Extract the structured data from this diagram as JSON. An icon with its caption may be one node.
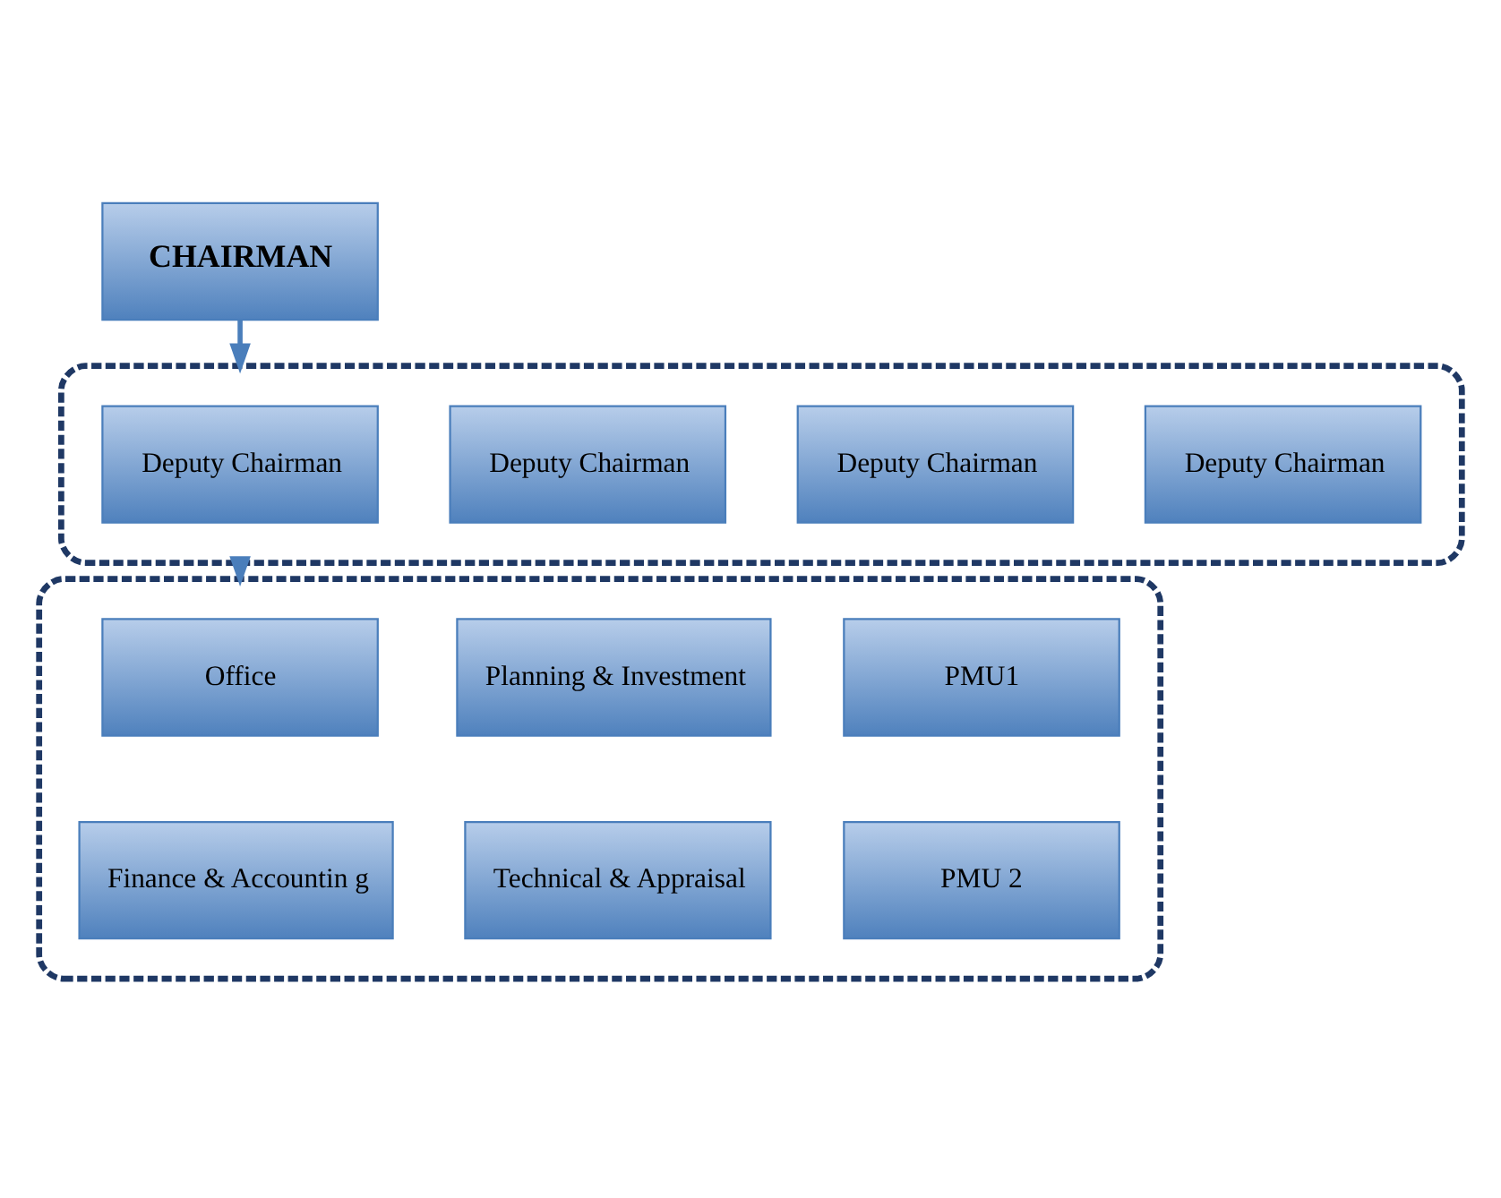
{
  "diagram": {
    "nodes": [
      {
        "text": [
          "CHAIRMAN"
        ]
      },
      {
        "text": [],
        "shape": "box"
      },
      {
        "text": [
          "Deputy Chairman"
        ],
        "in": 1
      },
      {
        "text": [
          "Deputy Chairman"
        ],
        "in": 1
      },
      {
        "text": [
          "Deputy Chairman"
        ],
        "in": 1
      },
      {
        "text": [
          "Deputy Chairman"
        ],
        "in": 1
      },
      {
        "text": [],
        "shape": "box"
      },
      {
        "text": [
          "Office"
        ],
        "in": 6
      },
      {
        "text": [
          "Planning & Investment"
        ],
        "in": 6
      },
      {
        "text": [
          "PMU1"
        ],
        "in": 6
      },
      {
        "text": [
          "Finance & Accountin g"
        ],
        "in": 6
      },
      {
        "text": [
          "Technical & Appraisal"
        ],
        "in": 6
      },
      {
        "text": [
          "PMU 2"
        ],
        "in": 6
      }
    ],
    "edges": [
      {
        "from": 0,
        "to": 1,
        "arrow": "to"
      },
      {
        "from": 1,
        "to": 6,
        "arrow": "to"
      }
    ]
  }
}
